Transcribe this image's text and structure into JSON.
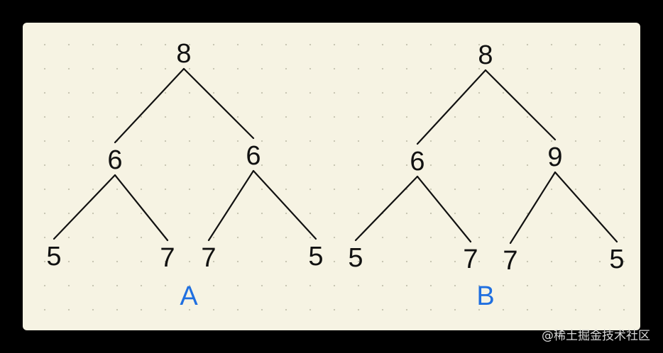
{
  "diagram": {
    "caption_color": "#1f6fe0",
    "trees": [
      {
        "caption": "A",
        "nodes": [
          {
            "id": "a-root",
            "label": "8"
          },
          {
            "id": "a-l",
            "label": "6"
          },
          {
            "id": "a-r",
            "label": "6"
          },
          {
            "id": "a-ll",
            "label": "5"
          },
          {
            "id": "a-lr",
            "label": "7"
          },
          {
            "id": "a-rl",
            "label": "7"
          },
          {
            "id": "a-rr",
            "label": "5"
          }
        ],
        "edges": [
          [
            "a-root",
            "a-l"
          ],
          [
            "a-root",
            "a-r"
          ],
          [
            "a-l",
            "a-ll"
          ],
          [
            "a-l",
            "a-lr"
          ],
          [
            "a-r",
            "a-rl"
          ],
          [
            "a-r",
            "a-rr"
          ]
        ]
      },
      {
        "caption": "B",
        "nodes": [
          {
            "id": "b-root",
            "label": "8"
          },
          {
            "id": "b-l",
            "label": "6"
          },
          {
            "id": "b-r",
            "label": "9"
          },
          {
            "id": "b-ll",
            "label": "5"
          },
          {
            "id": "b-lr",
            "label": "7"
          },
          {
            "id": "b-rl",
            "label": "7"
          },
          {
            "id": "b-rr",
            "label": "5"
          }
        ],
        "edges": [
          [
            "b-root",
            "b-l"
          ],
          [
            "b-root",
            "b-r"
          ],
          [
            "b-l",
            "b-ll"
          ],
          [
            "b-l",
            "b-lr"
          ],
          [
            "b-r",
            "b-rl"
          ],
          [
            "b-r",
            "b-rr"
          ]
        ]
      }
    ]
  },
  "watermark": "@稀土掘金技术社区"
}
